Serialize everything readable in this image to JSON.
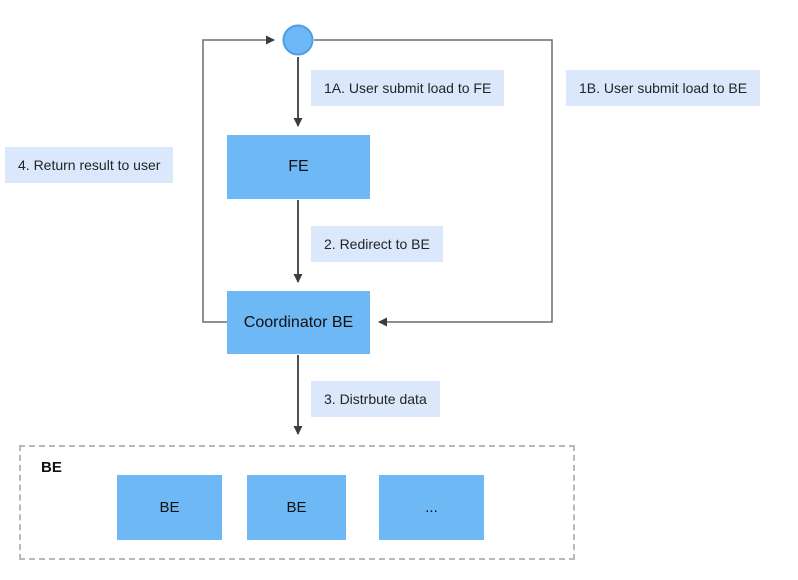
{
  "diagram": {
    "nodes": {
      "start_circle": {
        "label": ""
      },
      "fe": {
        "label": "FE"
      },
      "coordinator": {
        "label": "Coordinator BE"
      },
      "be_group": {
        "label": "BE"
      },
      "be1": {
        "label": "BE"
      },
      "be2": {
        "label": "BE"
      },
      "be3": {
        "label": "..."
      }
    },
    "edge_labels": {
      "step_1a": "1A. User submit load to FE",
      "step_1b": "1B. User submit load to BE",
      "step_2": "2. Redirect to BE",
      "step_3": "3. Distrbute data",
      "step_4": "4. Return result to user"
    },
    "colors": {
      "node_fill": "#6eb8f5",
      "circle_stroke": "#4c9fe3",
      "label_bg": "#dbe8fc",
      "line_gray": "#6b6b6b",
      "line_dark": "#3c3c3c",
      "dashed_border": "#b9b9b9",
      "canvas_bg": "#ffffff"
    }
  }
}
